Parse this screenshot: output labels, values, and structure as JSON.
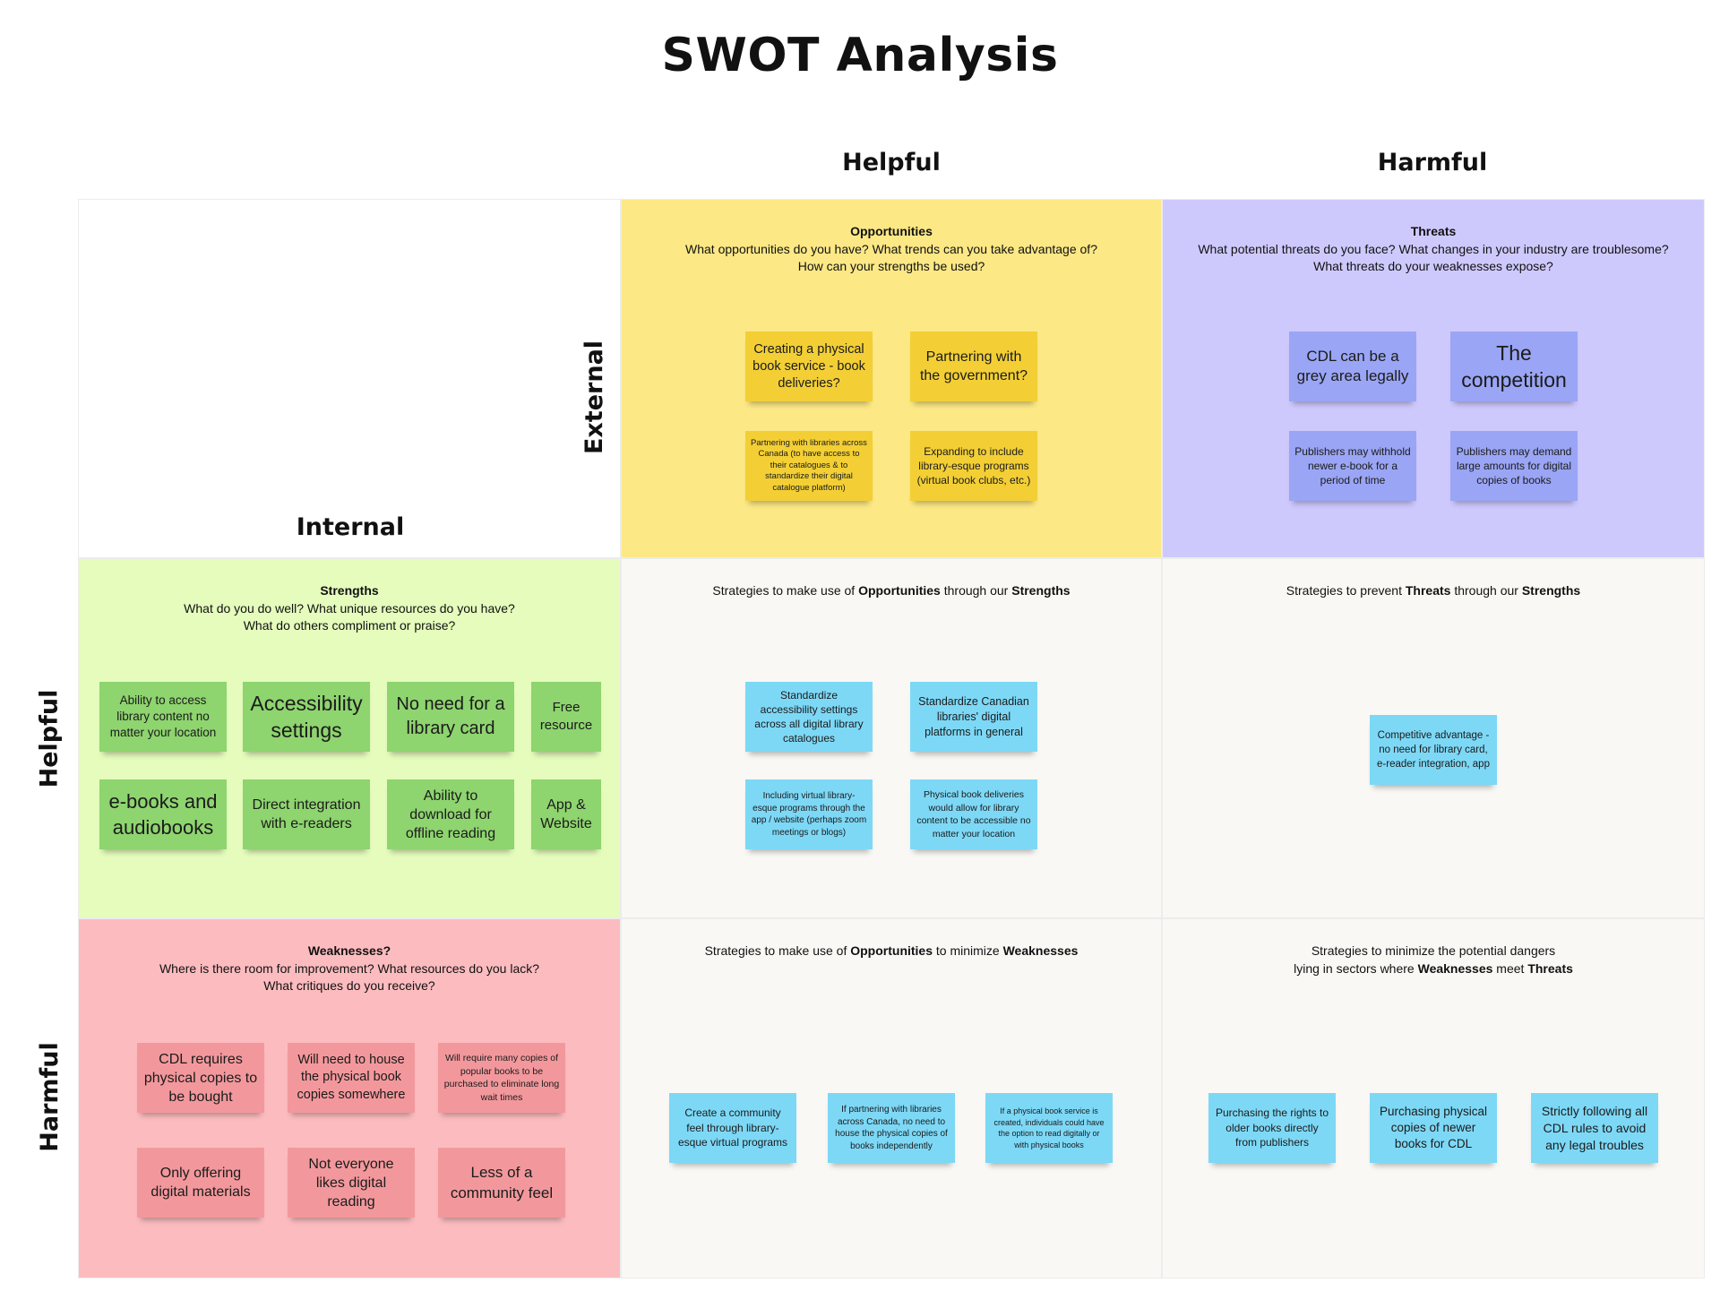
{
  "title": "SWOT Analysis",
  "columns": {
    "helpful": "Helpful",
    "harmful": "Harmful"
  },
  "rows": {
    "helpful": "Helpful",
    "harmful": "Harmful"
  },
  "axis": {
    "external": "External",
    "internal": "Internal"
  },
  "colors": {
    "opportunities_bg": "#fce885",
    "threats_bg": "#cec9fd",
    "strengths_bg": "#e5fcbc",
    "weaknesses_bg": "#fcbcbf",
    "strategy_bg": "#f9f8f5",
    "note_yellow": "#f3cf35",
    "note_purple": "#9aa5f5",
    "note_green": "#8ed46f",
    "note_red": "#f2989c",
    "note_blue": "#7dd8f6"
  },
  "opportunities": {
    "title": "Opportunities",
    "lines": [
      "What opportunities do you have? What trends can you take advantage of?",
      "How can your strengths be used?"
    ],
    "notes": [
      "Creating a physical book service - book deliveries?",
      "Partnering with the government?",
      "Partnering with libraries across Canada (to have access to their catalogues & to standardize their digital catalogue platform)",
      "Expanding to include library-esque programs (virtual book clubs, etc.)"
    ]
  },
  "threats": {
    "title": "Threats",
    "lines": [
      "What potential threats do you face? What changes in your industry are troublesome?",
      "What threats do your weaknesses expose?"
    ],
    "notes": [
      "CDL can be a grey area legally",
      "The competition",
      "Publishers may withhold newer e-book for a period of time",
      "Publishers may demand large amounts for digital copies of books"
    ]
  },
  "strengths": {
    "title": "Strengths",
    "lines": [
      "What do you do well? What unique resources do you have?",
      "What do others compliment or praise?"
    ],
    "notes": [
      "Ability to access library content no matter your location",
      "Accessibility settings",
      "No need for a library card",
      "Free resource",
      "e-books and audiobooks",
      "Direct integration with e-readers",
      "Ability to download for offline reading",
      "App & Website"
    ]
  },
  "weaknesses": {
    "title": "Weaknesses?",
    "lines": [
      "Where is there room for improvement? What resources do you lack?",
      "What critiques do you receive?"
    ],
    "notes": [
      "CDL requires physical copies to be bought",
      "Will need to house the physical book copies somewhere",
      "Will require many copies of popular books to be purchased to eliminate long wait times",
      "Only offering digital materials",
      "Not everyone likes digital reading",
      "Less of a community feel"
    ]
  },
  "so": {
    "prefix": "Strategies to make use of ",
    "bold1": "Opportunities",
    "mid": " through our ",
    "bold2": "Strengths",
    "notes": [
      "Standardize accessibility settings across all digital library catalogues",
      "Standardize Canadian libraries' digital platforms in general",
      "Including virtual library-esque programs through the app / website (perhaps zoom meetings or blogs)",
      "Physical book deliveries would allow for library content to be accessible no matter your location"
    ]
  },
  "st": {
    "prefix": "Strategies to prevent ",
    "bold1": "Threats",
    "mid": " through our ",
    "bold2": "Strengths",
    "notes": [
      "Competitive advantage - no need for library card, e-reader integration, app"
    ]
  },
  "wo": {
    "prefix": "Strategies to make use of ",
    "bold1": "Opportunities",
    "mid": " to minimize ",
    "bold2": "Weaknesses",
    "notes": [
      "Create a community feel through library-esque virtual programs",
      "If partnering with libraries across Canada, no need to house the physical copies of books independently",
      "If a physical book service is created, individuals could have the option to read digitally or with physical books"
    ]
  },
  "wt": {
    "line1": "Strategies to minimize the potential dangers",
    "prefix": "lying in sectors where ",
    "bold1": "Weaknesses",
    "mid": " meet ",
    "bold2": "Threats",
    "notes": [
      "Purchasing the rights to older books directly from publishers",
      "Purchasing physical copies of newer books for CDL",
      "Strictly following all CDL rules to avoid any legal troubles"
    ]
  }
}
